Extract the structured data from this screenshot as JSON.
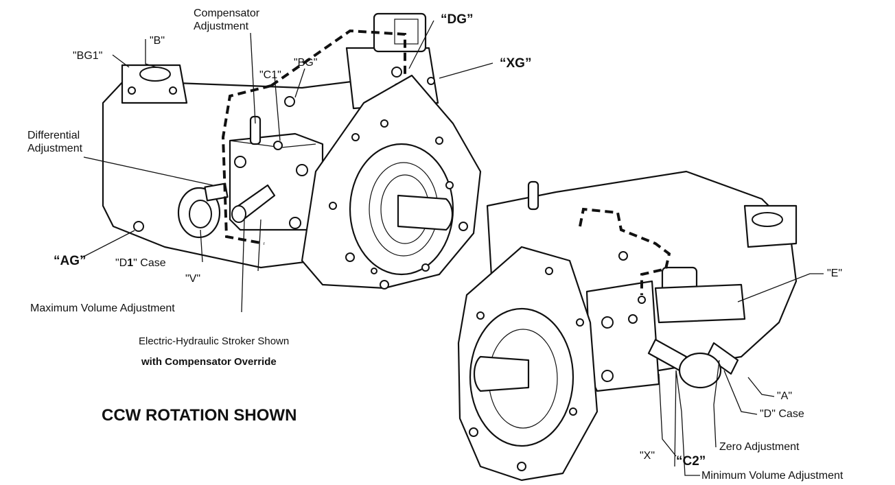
{
  "labels": {
    "compensator_adjustment": "Compensator\nAdjustment",
    "b": "\"B\"",
    "bg1": "\"BG1\"",
    "c1": "\"C1\"",
    "bg": "\"BG\"",
    "dg": "“DG”",
    "xg": "“XG”",
    "differential_adjustment": "Differential\nAdjustment",
    "ag": "“AG”",
    "d1_case_prefix": "\"D",
    "d1_case_num": "1",
    "d1_case_suffix": "\" Case",
    "v": "\"V\"",
    "maximum_volume_adjustment": "Maximum Volume Adjustment",
    "e": "\"E\"",
    "a": "\"A\"",
    "d_case": "\"D\" Case",
    "zero_adjustment": "Zero Adjustment",
    "x": "\"X\"",
    "c2": "“C2”",
    "minimum_volume_adjustment": "Minimum Volume Adjustment"
  },
  "captions": {
    "stroker_line1": "Electric-Hydraulic Stroker Shown",
    "stroker_line2": "with Compensator Override",
    "rotation": "CCW ROTATION SHOWN"
  },
  "colors": {
    "ink": "#111111",
    "paper": "#ffffff"
  }
}
